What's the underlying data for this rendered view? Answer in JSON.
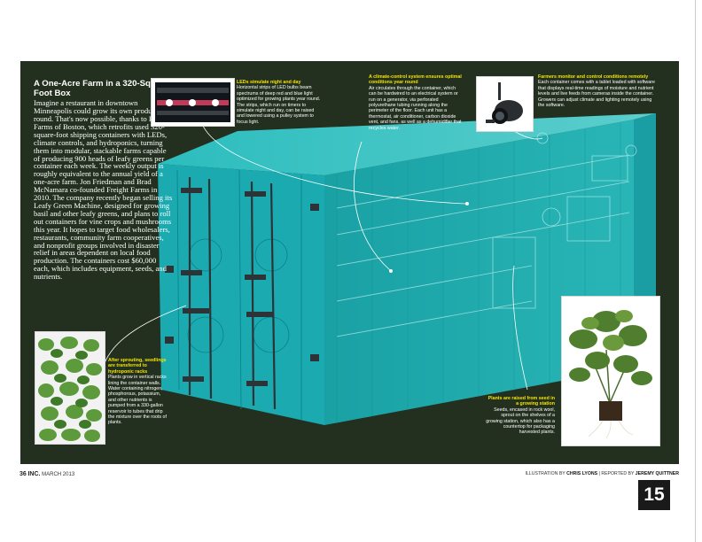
{
  "article": {
    "headline": "A One-Acre Farm in a 320-Square-Foot Box",
    "body": "Imagine a restaurant in downtown Minneapolis could grow its own produce year round. That's now possible, thanks to Freight Farms of Boston, which retrofits used 320-square-foot shipping containers with LEDs, climate controls, and hydroponics, turning them into modular, stackable farms capable of producing 900 heads of leafy greens per container each week. The weekly output is roughly equivalent to the annual yield of a one-acre farm. Jon Friedman and Brad McNamara co-founded Freight Farms in 2010. The company recently began selling its Leafy Green Machine, designed for growing basil and other leafy greens, and plans to roll out containers for vine crops and mushrooms this year. It hopes to target food wholesalers, restaurants, community farm cooperatives, and nonprofit groups involved in disaster relief in areas dependent on local food production. The containers cost $60,000 each, which includes equipment, seeds, and nutrients."
  },
  "callouts": {
    "leds": {
      "heading": "LEDs simulate night and day",
      "text": "Horizontal strips of LED bulbs beam spectrums of deep red and blue light optimized for growing plants year round. The strips, which run on timers to simulate night and day, can be raised and lowered using a pulley system to focus light."
    },
    "climate": {
      "heading": "A climate-control system ensures optimal conditions year round",
      "text": "Air circulates through the container, which can be hardwired to an electrical system or run on a generator, via perforated polyurethane tubing running along the perimeter of the floor. Each unit has a thermostat, air conditioner, carbon dioxide vent, and fans, as well as a dehumidifier that recycles water."
    },
    "monitor": {
      "heading": "Farmers monitor and control conditions remotely",
      "text": "Each container comes with a tablet loaded with software that displays real-time readings of moisture and nutrient levels and live feeds from cameras inside the container. Growers can adjust climate and lighting remotely using the software."
    },
    "sprouting": {
      "heading": "After sprouting, seedlings are transferred to hydroponic racks",
      "text": "Plants grow in vertical racks lining the container walls. Water containing nitrogen, phosphorous, potassium, and other nutrients is pumped from a 330-gallon reservoir to tubes that drip the mixture over the roots of plants."
    },
    "seed": {
      "heading": "Plants are raised from seed in a growing station",
      "text": "Seeds, encased in rock wool, sprout on the shelves of a growing station, which also has a countertop for packaging harvested plants."
    }
  },
  "footer": {
    "page_number": "36",
    "magazine": "INC.",
    "issue": "MARCH 2013",
    "illustration_label": "ILLUSTRATION BY",
    "illustrator": "CHRIS LYONS",
    "reported_label": "REPORTED BY",
    "reporter": "JEREMY QUITTNER"
  },
  "badge": {
    "number": "15"
  },
  "colors": {
    "panel_background": "#24301f",
    "container_teal": "#1fb3b8",
    "heading_yellow": "#f4e400"
  },
  "icons": {
    "led_photo": "led-strip-icon",
    "camera_photo": "security-camera-icon",
    "plant_rack_photo": "hydroponic-rack-icon",
    "plant_photo": "basil-plant-icon"
  }
}
